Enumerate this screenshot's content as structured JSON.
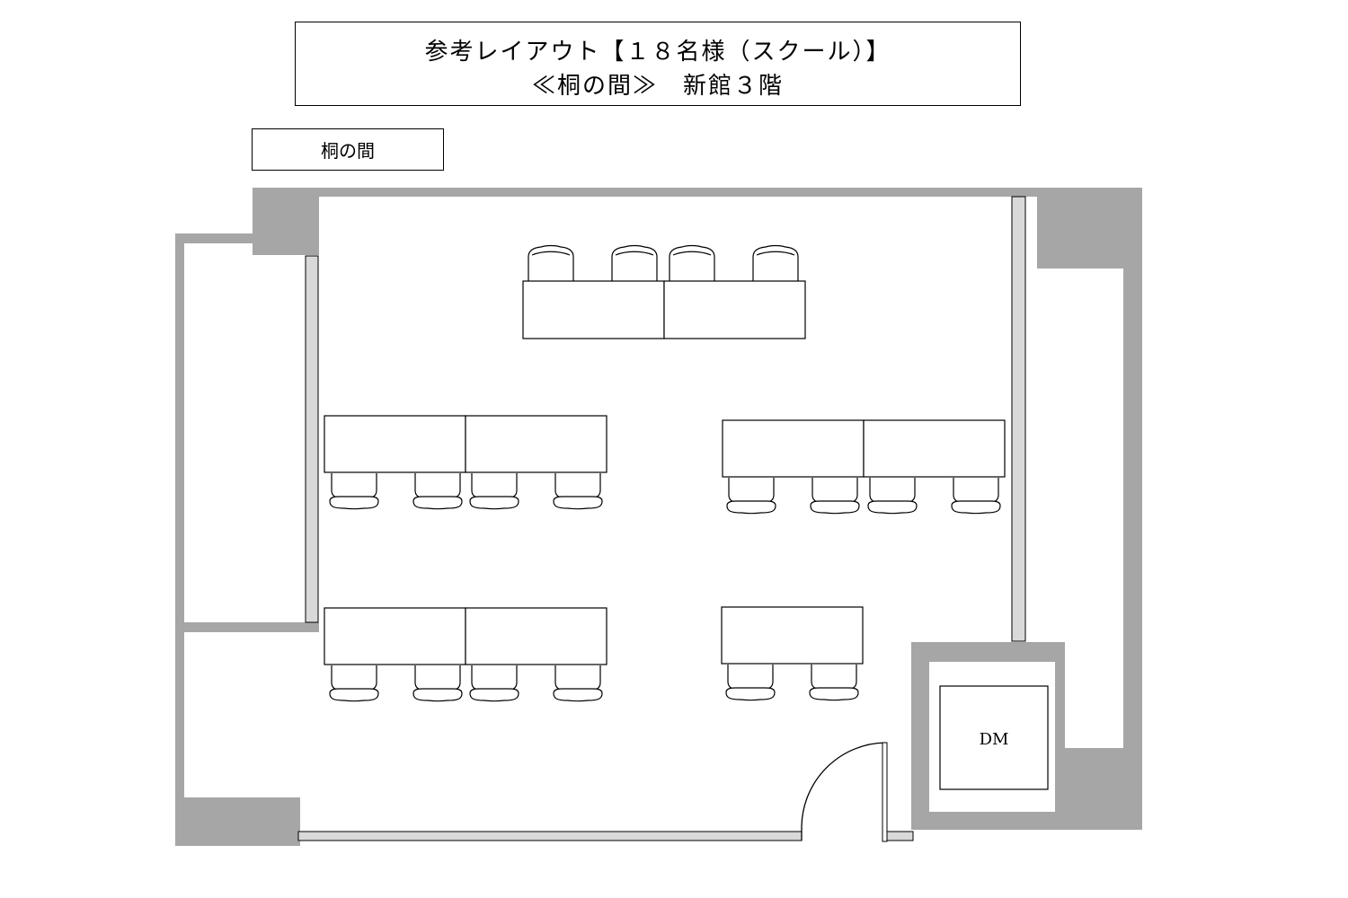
{
  "title": {
    "line1": "参考レイアウト【１８名様（スクール）】",
    "line2": "≪桐の間≫　新館３階"
  },
  "room_label": "桐の間",
  "dm_label": "DM",
  "colors": {
    "wall": "#a6a6a6",
    "panel": "#d9d9d9",
    "line": "#000000",
    "background": "#ffffff"
  },
  "layout": {
    "style": "school",
    "guest_count": 18,
    "chair_count": 18,
    "table_count": 9
  }
}
